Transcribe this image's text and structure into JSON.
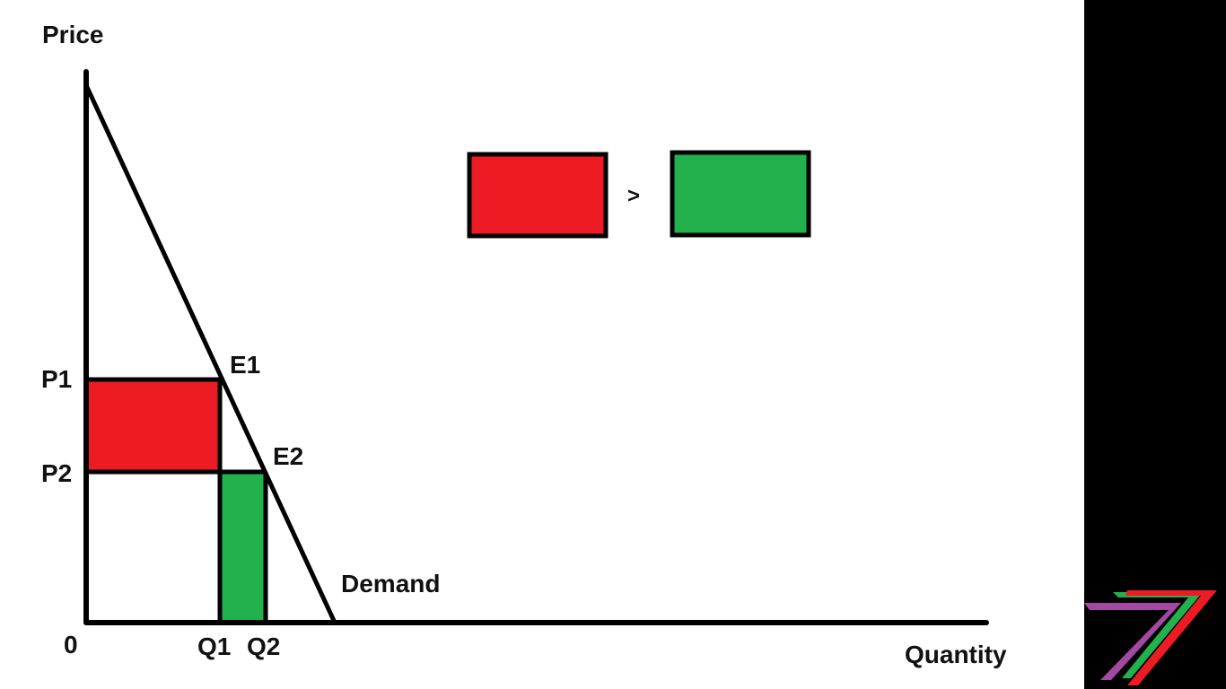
{
  "labels": {
    "price_axis": "Price",
    "quantity_axis": "Quantity",
    "origin": "0",
    "p1": "P1",
    "p2": "P2",
    "q1": "Q1",
    "q2": "Q2",
    "e1": "E1",
    "e2": "E2",
    "demand": "Demand",
    "comparison_sign": ">"
  },
  "colors": {
    "revenue_lost": "#ed1c24",
    "revenue_gained": "#22b14c",
    "line": "#000000",
    "background": "#ffffff",
    "side_panel": "#000000",
    "logo_green": "#22b14c",
    "logo_red": "#ed1c24",
    "logo_purple": "#a349a4"
  },
  "icons": {
    "logo": "stacked-seven-logo"
  }
}
